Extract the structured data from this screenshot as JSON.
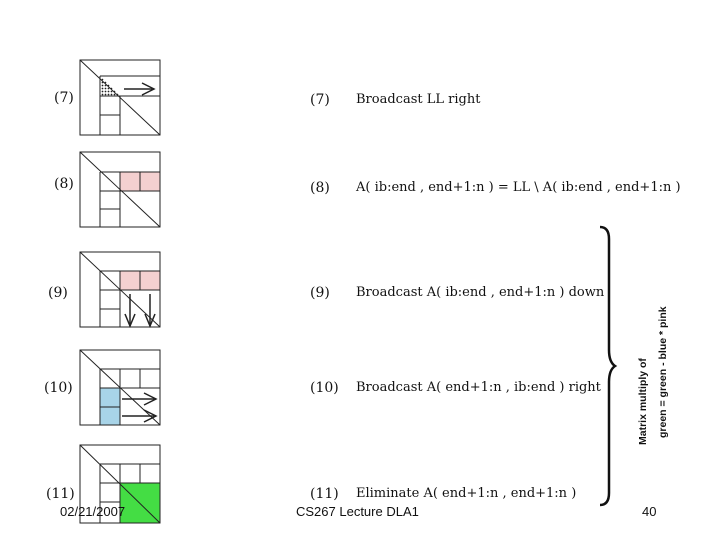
{
  "slide": {
    "steps": [
      {
        "left_num": "(7)",
        "num": "(7)",
        "text": "Broadcast  LL right"
      },
      {
        "left_num": "(8)",
        "num": "(8)",
        "text": "A( ib:end ,  end+1:n ) = LL  \\   A( ib:end ,  end+1:n )"
      },
      {
        "left_num": "(9)",
        "num": "(9)",
        "text": "Broadcast  A( ib:end , end+1:n ) down"
      },
      {
        "left_num": "(10)",
        "num": "(10)",
        "text": "Broadcast  A( end+1:n , ib:end ) right"
      },
      {
        "left_num": "(11)",
        "num": "(11)",
        "text": "Eliminate A( end+1:n ,  end+1:n )"
      }
    ],
    "side_label_line1": "Matrix multiply of",
    "side_label_line2": "green = green - blue * pink",
    "colors": {
      "pink": "#f4d0d0",
      "blue": "#a8d4e8",
      "green": "#44dd44",
      "dots": "#222222"
    }
  },
  "footer": {
    "date": "02/21/2007",
    "course": "CS267 Lecture DLA1",
    "page": "40"
  }
}
